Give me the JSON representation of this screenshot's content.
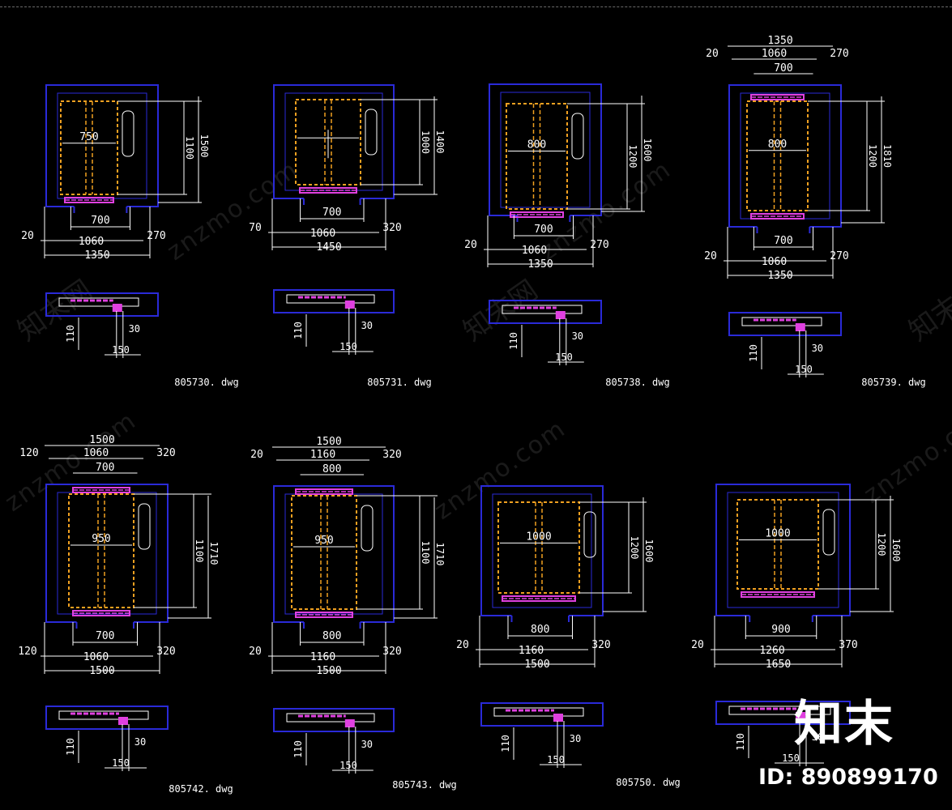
{
  "watermark": {
    "url": "znzmo.com",
    "cn": "知末网"
  },
  "logo": {
    "text": "知末",
    "id": "ID: 890899170"
  },
  "drawings": [
    {
      "file": "805730. dwg",
      "dims": {
        "ow": "1350",
        "w": "1060",
        "l": "20",
        "r": "270",
        "door": "700",
        "inner": "750",
        "cd": "1100",
        "sd": "1500",
        "a": "110",
        "b": "30",
        "c": "150"
      }
    },
    {
      "file": "805731. dwg",
      "dims": {
        "ow": "1450",
        "w": "1060",
        "l": "70",
        "r": "320",
        "door": "700",
        "inner": "",
        "cd": "1000",
        "sd": "1400",
        "a": "110",
        "b": "30",
        "c": "150"
      }
    },
    {
      "file": "805738. dwg",
      "dims": {
        "ow": "1350",
        "w": "1060",
        "l": "20",
        "r": "270",
        "door": "700",
        "inner": "800",
        "cd": "1200",
        "sd": "1600",
        "a": "110",
        "b": "30",
        "c": "150"
      }
    },
    {
      "file": "805739. dwg",
      "dims": {
        "ow": "1350",
        "w": "1060",
        "l": "20",
        "r": "270",
        "door": "700",
        "inner": "800",
        "cd": "1200",
        "sd": "1810",
        "a": "110",
        "b": "30",
        "c": "150"
      }
    },
    {
      "file": "805742. dwg",
      "dims": {
        "ow": "1500",
        "w": "1060",
        "l": "120",
        "r": "320",
        "door": "700",
        "inner": "950",
        "cd": "1100",
        "sd": "1710",
        "a": "110",
        "b": "30",
        "c": "150"
      }
    },
    {
      "file": "805743. dwg",
      "dims": {
        "ow": "1500",
        "w": "1160",
        "l": "20",
        "r": "320",
        "door": "800",
        "inner": "950",
        "cd": "1100",
        "sd": "1710",
        "a": "110",
        "b": "30",
        "c": "150"
      }
    },
    {
      "file": "805750. dwg",
      "dims": {
        "ow": "1500",
        "w": "1160",
        "l": "20",
        "r": "320",
        "door": "800",
        "inner": "1000",
        "cd": "1200",
        "sd": "1600",
        "a": "110",
        "b": "30",
        "c": "150"
      }
    },
    {
      "file": "",
      "dims": {
        "ow": "1650",
        "w": "1260",
        "l": "20",
        "r": "370",
        "door": "900",
        "inner": "1000",
        "cd": "1200",
        "sd": "1600",
        "a": "110",
        "b": "30",
        "c": "150"
      }
    }
  ],
  "colors": {
    "blue": "#2a2ad8",
    "yellow": "#f0a020",
    "magenta": "#e040e0",
    "white": "#ffffff"
  }
}
